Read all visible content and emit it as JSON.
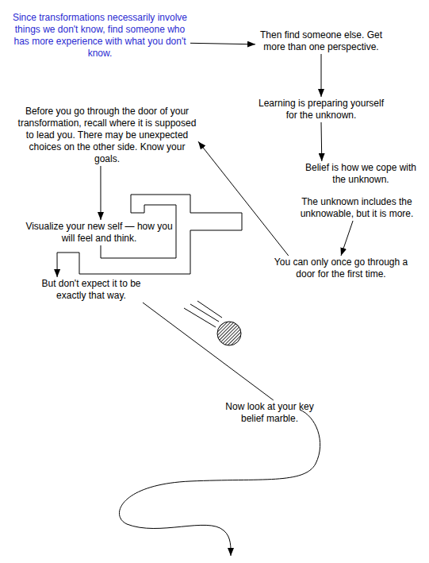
{
  "diagram": {
    "nodes": [
      {
        "text": [
          "Since transformations necessarily involve things we don't know, find someone who has more experience with what you don't know."
        ]
      },
      {
        "text": [
          "Then find someone else. Get more than one perspective."
        ]
      },
      {
        "text": [
          "Learning is preparing yourself for the unknown."
        ]
      },
      {
        "text": [
          "Belief is how we cope with the unknown."
        ]
      },
      {
        "text": [
          "The unknown includes the unknowable, but it is more."
        ]
      },
      {
        "text": [
          "You can only once go through a door for the first time."
        ]
      },
      {
        "text": [
          "Before you go through the door of your transformation, recall where it is supposed to lead you.  There may be unexpected choices on the other side.  Know your goals."
        ]
      },
      {
        "text": [
          "Visualize your new self — how you will feel and think."
        ]
      },
      {
        "text": [
          "But don't expect it to be exactly that way."
        ]
      },
      {
        "text": [
          "Now look at your key belief marble."
        ]
      }
    ],
    "edges": [
      {
        "from": 0,
        "to": 1,
        "arrow": "to"
      },
      {
        "from": 1,
        "to": 2,
        "arrow": "to"
      },
      {
        "from": 2,
        "to": 3,
        "arrow": "to"
      },
      {
        "from": 4,
        "to": 5,
        "arrow": "to"
      },
      {
        "from": 5,
        "to": 6,
        "arrow": "to"
      },
      {
        "from": 6,
        "to": 7,
        "arrow": "to"
      },
      {
        "from": 7,
        "to": 8,
        "arrow": "to"
      },
      {
        "from": 8,
        "to": 9,
        "arrow": "none"
      }
    ]
  }
}
